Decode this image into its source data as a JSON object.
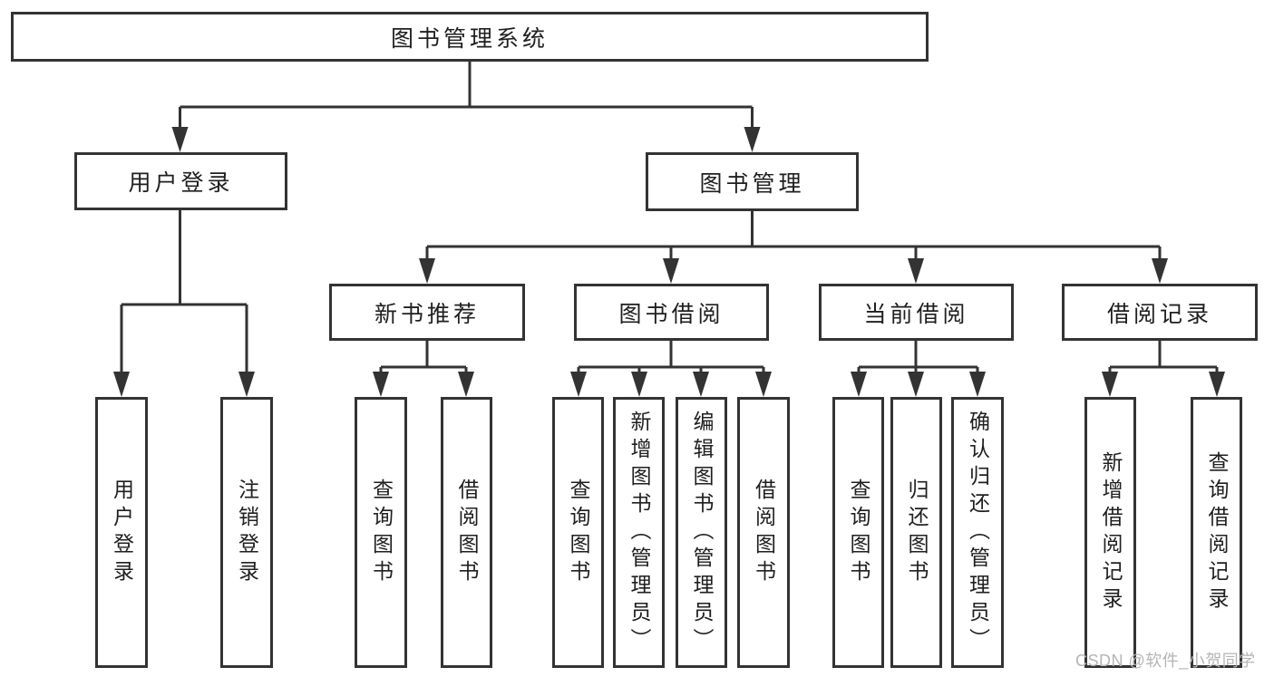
{
  "diagram": {
    "title": "图书管理系统",
    "root": {
      "label": "图书管理系统"
    },
    "level2": {
      "user_login": {
        "label": "用户登录"
      },
      "book_mgmt": {
        "label": "图书管理"
      }
    },
    "level3": {
      "new_book": {
        "label": "新书推荐"
      },
      "book_borrow": {
        "label": "图书借阅"
      },
      "current_borrow": {
        "label": "当前借阅"
      },
      "borrow_records": {
        "label": "借阅记录"
      }
    },
    "leaves": {
      "user_login": [
        "用户登录",
        "注销登录"
      ],
      "new_book": [
        "查询图书",
        "借阅图书"
      ],
      "book_borrow": [
        "查询图书",
        "新增图书（管理员）",
        "编辑图书（管理员）",
        "借阅图书"
      ],
      "current_borrow": [
        "查询图书",
        "归还图书",
        "确认归还（管理员）"
      ],
      "borrow_records": [
        "新增借阅记录",
        "查询借阅记录"
      ]
    }
  },
  "watermark": {
    "text": "CSDN @软件_小贺同学"
  },
  "colors": {
    "line": "#333333",
    "text": "#1f1f1f",
    "watermark": "#b5b5b5",
    "background": "#ffffff"
  }
}
